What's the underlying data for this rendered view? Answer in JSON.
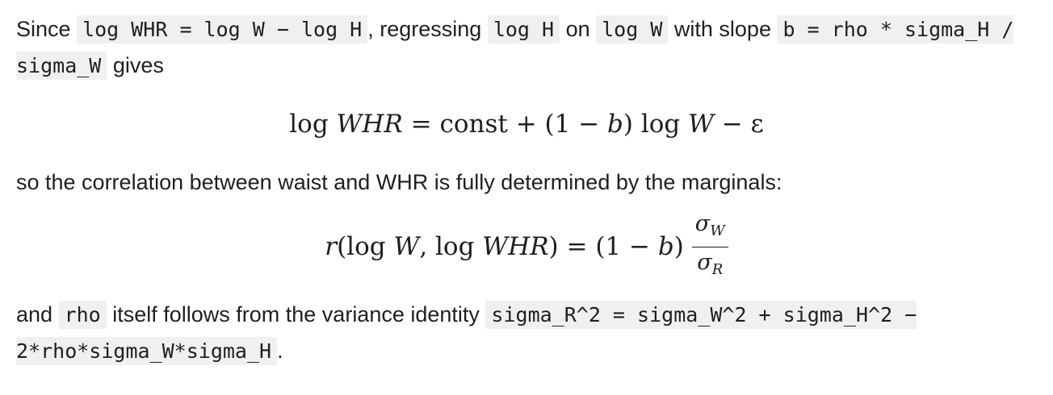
{
  "paragraph1": {
    "t1": "Since ",
    "c1": "log WHR = log W − log H",
    "t2": ", regressing ",
    "c2": "log H",
    "t3": " on ",
    "c3": "log W",
    "t4": " with slope ",
    "c4": "b = rho * sigma_H / sigma_W",
    "t5": " gives"
  },
  "equation1": {
    "log": "log",
    "var_whr": "WHR",
    "eq": " = const + (1 − ",
    "b": "b",
    "mid": ") log ",
    "w": "W",
    "tail": " − ε"
  },
  "paragraph2": {
    "text": "so the correlation between waist and WHR is fully determined by the marginals:"
  },
  "equation2": {
    "r": "r",
    "open": "(log ",
    "w": "W",
    "comma": ", log ",
    "whr": "WHR",
    "close": ") = (1 − ",
    "b": "b",
    "close2": ")",
    "num_sigma": "σ",
    "num_sub": "W",
    "den_sigma": "σ",
    "den_sub": "R"
  },
  "paragraph3": {
    "t1": "and ",
    "c1": "rho",
    "t2": " itself follows from the variance identity ",
    "c2": "sigma_R^2 = sigma_W^2 + sigma_H^2 − 2*rho*sigma_W*sigma_H",
    "t3": "."
  }
}
